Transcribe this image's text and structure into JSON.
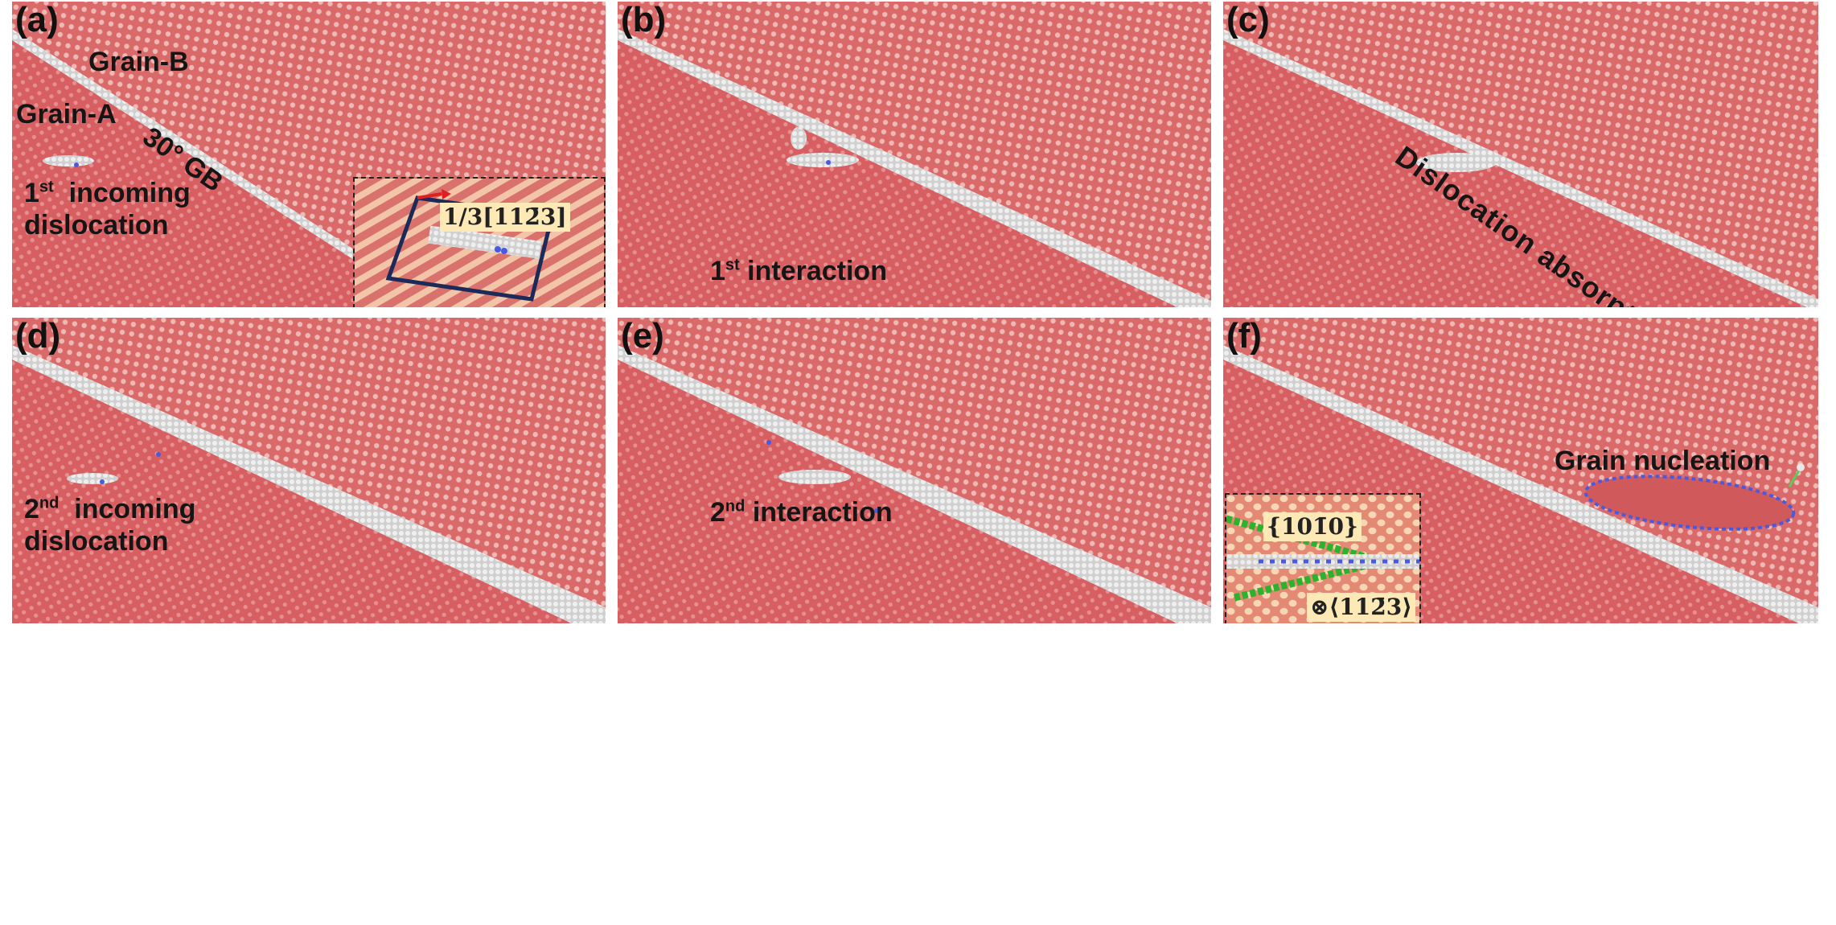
{
  "colors": {
    "grain": "#d75f62",
    "gb_atoms": "#d8d8d8",
    "blue_atoms": "#4a5ae0",
    "green_atoms": "#2bb32b",
    "label_bg": "#fce9b5",
    "burgers_arrow": "#e02020",
    "circuit": "#1c2a5a"
  },
  "panels": [
    {
      "id": "a",
      "label": "(a)",
      "texts": {
        "grain_b": "Grain-B",
        "grain_a": "Grain-A",
        "gb": "30° GB",
        "incoming_base": "1",
        "incoming_sup": "st",
        "incoming_rest": "incoming",
        "incoming_line2": "dislocation"
      },
      "inset": {
        "burgers_label": "1/3[112̄3]"
      }
    },
    {
      "id": "b",
      "label": "(b)",
      "texts": {
        "interaction_base": "1",
        "interaction_sup": "st",
        "interaction_rest": "interaction"
      }
    },
    {
      "id": "c",
      "label": "(c)",
      "texts": {
        "absorption": "Dislocation absorption"
      }
    },
    {
      "id": "d",
      "label": "(d)",
      "texts": {
        "incoming_base": "2",
        "incoming_sup": "nd",
        "incoming_rest": "incoming",
        "incoming_line2": "dislocation"
      }
    },
    {
      "id": "e",
      "label": "(e)",
      "texts": {
        "interaction_base": "2",
        "interaction_sup": "nd",
        "interaction_rest": "interaction"
      }
    },
    {
      "id": "f",
      "label": "(f)",
      "texts": {
        "nucleation": "Grain nucleation"
      },
      "inset": {
        "plane_label": "{101̄0}",
        "direction_label": "⊗⟨112̄3⟩"
      }
    }
  ]
}
